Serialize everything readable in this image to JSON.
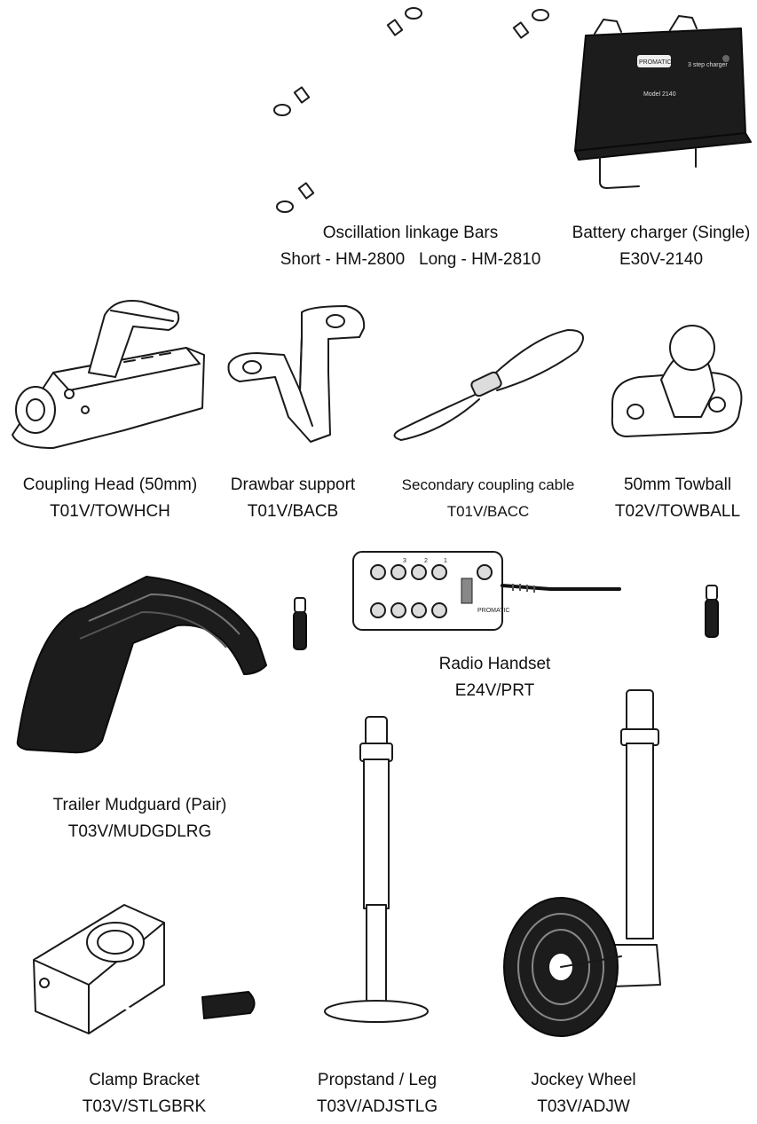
{
  "products": [
    {
      "id": "linkage",
      "name": "Oscillation linkage Bars",
      "code_short": "Short - HM-2800",
      "code_long": "Long - HM-2810",
      "icon": "linkage-bars"
    },
    {
      "id": "charger",
      "name": "Battery charger (Single)",
      "code": "E30V-2140",
      "icon": "battery-charger",
      "labels": {
        "brand": "PROMATIC",
        "model": "Model 2140",
        "stage": "3 step charger"
      }
    },
    {
      "id": "coupling",
      "name": "Coupling Head (50mm)",
      "code": "T01V/TOWHCH",
      "icon": "coupling-head"
    },
    {
      "id": "drawbar",
      "name": "Drawbar support",
      "code": "T01V/BACB",
      "icon": "drawbar-support"
    },
    {
      "id": "cable",
      "name": "Secondary coupling cable",
      "code": "T01V/BACC",
      "icon": "coupling-cable"
    },
    {
      "id": "towball",
      "name": "50mm Towball",
      "code": "T02V/TOWBALL",
      "icon": "towball"
    },
    {
      "id": "radio",
      "name": "Radio Handset",
      "code": "E24V/PRT",
      "icon": "radio-handset",
      "labels": {
        "brand": "PROMATIC",
        "keys": [
          "3",
          "2",
          "1"
        ]
      }
    },
    {
      "id": "mudguard",
      "name": "Trailer Mudguard (Pair)",
      "code": "T03V/MUDGDLRG",
      "icon": "mudguard"
    },
    {
      "id": "clamp",
      "name": "Clamp Bracket",
      "code": "T03V/STLGBRK",
      "icon": "clamp-bracket"
    },
    {
      "id": "propstand",
      "name": "Propstand / Leg",
      "code": "T03V/ADJSTLG",
      "icon": "propstand"
    },
    {
      "id": "jockey",
      "name": "Jockey Wheel",
      "code": "T03V/ADJW",
      "icon": "jockey-wheel"
    }
  ]
}
